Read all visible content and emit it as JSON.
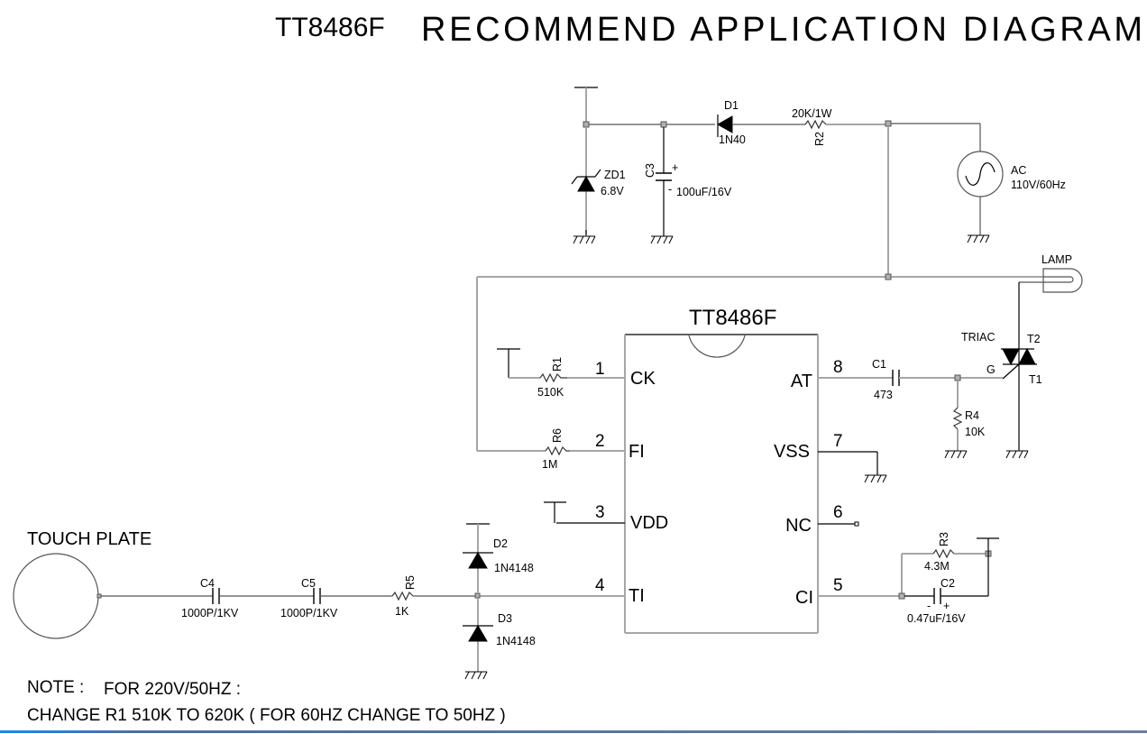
{
  "title": {
    "part": "TT8486F",
    "text": "RECOMMEND  APPLICATION  DIAGRAM"
  },
  "ic": {
    "name": "TT8486F",
    "pins": [
      {
        "num": "1",
        "name": "CK"
      },
      {
        "num": "2",
        "name": "FI"
      },
      {
        "num": "3",
        "name": "VDD"
      },
      {
        "num": "4",
        "name": "TI"
      },
      {
        "num": "5",
        "name": "CI"
      },
      {
        "num": "6",
        "name": "NC"
      },
      {
        "num": "7",
        "name": "VSS"
      },
      {
        "num": "8",
        "name": "AT"
      }
    ]
  },
  "components": {
    "zd1": {
      "ref": "ZD1",
      "value": "6.8V"
    },
    "c3": {
      "ref": "C3",
      "value": "100uF/16V",
      "plus": "+",
      "minus": "-"
    },
    "d1": {
      "ref": "D1",
      "value": "1N40"
    },
    "r2": {
      "ref": "R2",
      "value": "20K/1W"
    },
    "ac": {
      "ref": "AC",
      "value": "110V/60Hz"
    },
    "lamp": {
      "ref": "LAMP"
    },
    "triac": {
      "ref": "TRIAC",
      "t2": "T2",
      "t1": "T1",
      "g": "G"
    },
    "r1": {
      "ref": "R1",
      "value": "510K"
    },
    "r6": {
      "ref": "R6",
      "value": "1M"
    },
    "c1": {
      "ref": "C1",
      "value": "473"
    },
    "r4": {
      "ref": "R4",
      "value": "10K"
    },
    "r3": {
      "ref": "R3",
      "value": "4.3M"
    },
    "c2": {
      "ref": "C2",
      "value": "0.47uF/16V",
      "plus": "+",
      "minus": "-"
    },
    "touch": {
      "label": "TOUCH PLATE"
    },
    "c4": {
      "ref": "C4",
      "value": "1000P/1KV"
    },
    "c5": {
      "ref": "C5",
      "value": "1000P/1KV"
    },
    "r5": {
      "ref": "R5",
      "value": "1K"
    },
    "d2": {
      "ref": "D2",
      "value": "1N4148"
    },
    "d3": {
      "ref": "D3",
      "value": "1N4148"
    }
  },
  "note": {
    "label": "NOTE :",
    "line1": "FOR 220V/50HZ :",
    "line2": "CHANGE R1 510K TO 620K ( FOR 60HZ CHANGE TO 50HZ )"
  }
}
